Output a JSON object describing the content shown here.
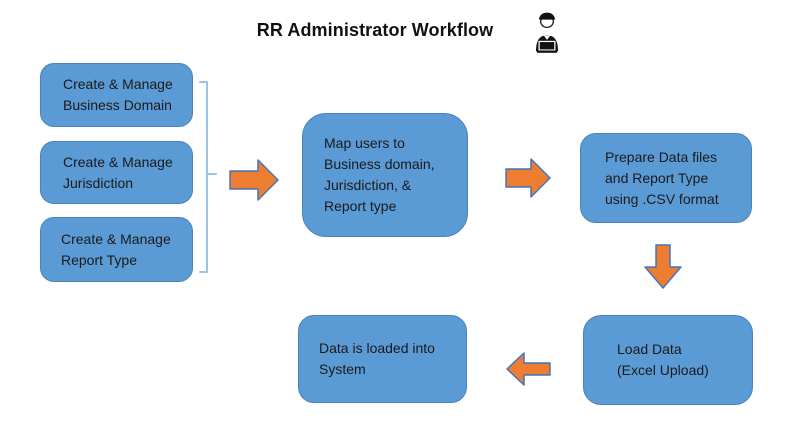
{
  "title": "RR Administrator Workflow",
  "nodes": {
    "business_domain": {
      "text": "Create & Manage\nBusiness Domain"
    },
    "jurisdiction": {
      "text": "Create & Manage\nJurisdiction"
    },
    "report_type": {
      "text": "Create & Manage\nReport Type"
    },
    "map_users": {
      "text": "Map users to\nBusiness domain,\nJurisdiction, &\nReport type"
    },
    "prepare_data": {
      "text": "Prepare Data files\nand Report Type\nusing .CSV format"
    },
    "load_data": {
      "text": "Load Data\n(Excel Upload)"
    },
    "data_loaded": {
      "text": "Data is loaded into\nSystem"
    }
  },
  "icons": {
    "admin": "person-at-laptop",
    "bracket": "square-right-brace",
    "flow": [
      "arrow-right",
      "arrow-right",
      "arrow-down",
      "arrow-left"
    ]
  },
  "colors": {
    "node_fill": "#5B9BD5",
    "node_border": "#4B83B8",
    "arrow_fill": "#ED7D31",
    "arrow_border": "#4575BA",
    "bracket": "#9DC3E6",
    "title_text": "#111111",
    "node_text": "#1A1A1A",
    "background": "#FFFFFF"
  }
}
